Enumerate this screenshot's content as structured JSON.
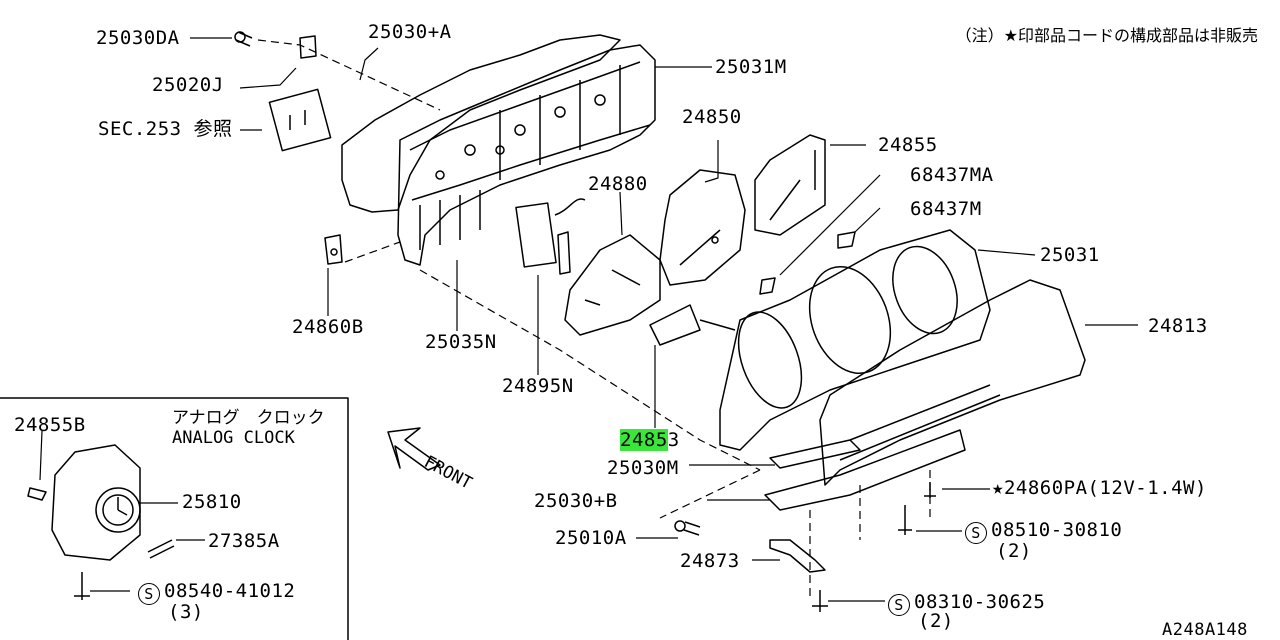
{
  "note": "（注）★印部品コードの構成部品は非販売",
  "diagram_code": "A248A148",
  "front_label": "FRONT",
  "clock": {
    "title_jp": "アナログ　クロック",
    "title_en": "ANALOG CLOCK"
  },
  "parts": {
    "p25030DA": "25030DA",
    "p25030A": "25030+A",
    "p25031M": "25031M",
    "p25020J": "25020J",
    "sec253": "SEC.253 参照",
    "p24850": "24850",
    "p24855": "24855",
    "p24880": "24880",
    "p68437MA": "68437MA",
    "p68437M": "68437M",
    "p25031": "25031",
    "p24813": "24813",
    "p24860B": "24860B",
    "p25035N": "25035N",
    "p24895N": "24895N",
    "p24853_hl": "2485",
    "p24853_rest": "3",
    "p25030M": "25030M",
    "p25030B": "25030+B",
    "p24860PA": "★24860PA(12V-1.4W)",
    "p25010A": "25010A",
    "p08510": "08510-30810",
    "p08510_qty": "(2)",
    "p24873": "24873",
    "p08310": "08310-30625",
    "p08310_qty": "(2)",
    "p24855B": "24855B",
    "p25810": "25810",
    "p27385A": "27385A",
    "p08540": "08540-41012",
    "p08540_qty": "(3)",
    "s_symbol": "S"
  }
}
